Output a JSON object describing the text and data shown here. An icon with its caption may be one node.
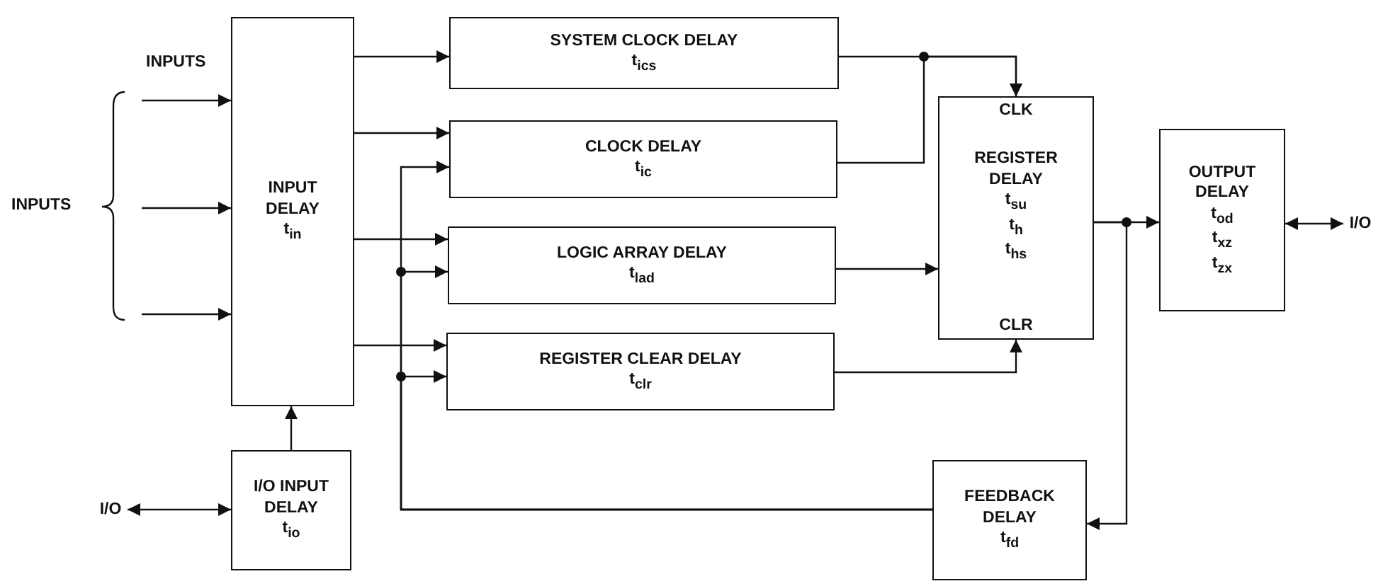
{
  "diagram": {
    "nodes": [
      {
        "text": [
          "INPUT DELAY",
          "t$_{in}$"
        ]
      },
      {
        "text": [
          "SYSTEM CLOCK DELAY",
          "t$_{ics}$"
        ]
      },
      {
        "text": [
          "CLOCK DELAY",
          "t$_{ic}$"
        ]
      },
      {
        "text": [
          "LOGIC ARRAY DELAY",
          "t$_{lad}$"
        ]
      },
      {
        "text": [
          "REGISTER CLEAR DELAY",
          "t$_{clr}$"
        ]
      },
      {
        "text": [
          "CLK",
          "REGISTER DELAY",
          "t$_{su}$",
          "t$_{h}$",
          "t$_{hs}$",
          "CLR"
        ]
      },
      {
        "text": [
          "OUTPUT DELAY",
          "t$_{od}$",
          "t$_{xz}$",
          "t$_{zx}$"
        ]
      },
      {
        "text": [
          "I/O INPUT DELAY",
          "t$_{io}$"
        ]
      },
      {
        "text": [
          "FEEDBACK DELAY",
          "t$_{fd}$"
        ]
      },
      {
        "text": [
          "I/O"
        ]
      },
      {
        "text": [
          "I/O"
        ]
      }
    ],
    "edges": [
      {
        "from": null,
        "to": 0,
        "arrow": "to"
      },
      {
        "from": null,
        "to": 0,
        "arrow": "to"
      },
      {
        "from": null,
        "to": 0,
        "arrow": "to"
      },
      {
        "from": 0,
        "to": 1,
        "arrow": "to"
      },
      {
        "from": 0,
        "to": 2,
        "arrow": "to"
      },
      {
        "from": 0,
        "to": 3,
        "arrow": "to"
      },
      {
        "from": 0,
        "to": 4,
        "arrow": "to"
      },
      {
        "from": 7,
        "to": 0,
        "arrow": "to"
      },
      {
        "from": 9,
        "to": 7,
        "arrow": "both"
      },
      {
        "from": 1,
        "to": 5,
        "arrow": "to"
      },
      {
        "from": 2,
        "to": 5,
        "arrow": "to"
      },
      {
        "from": 3,
        "to": 5,
        "arrow": "to"
      },
      {
        "from": 4,
        "to": 5,
        "arrow": "to"
      },
      {
        "from": 5,
        "to": 6,
        "arrow": "to"
      },
      {
        "from": 5,
        "to": 8,
        "arrow": "to"
      },
      {
        "from": 6,
        "to": 10,
        "arrow": "both"
      },
      {
        "from": 8,
        "to": 2,
        "arrow": "to"
      },
      {
        "from": 8,
        "to": 3,
        "arrow": "to"
      },
      {
        "from": 8,
        "to": 4,
        "arrow": "to"
      }
    ],
    "labels": [
      "INPUTS",
      "INPUTS"
    ]
  }
}
